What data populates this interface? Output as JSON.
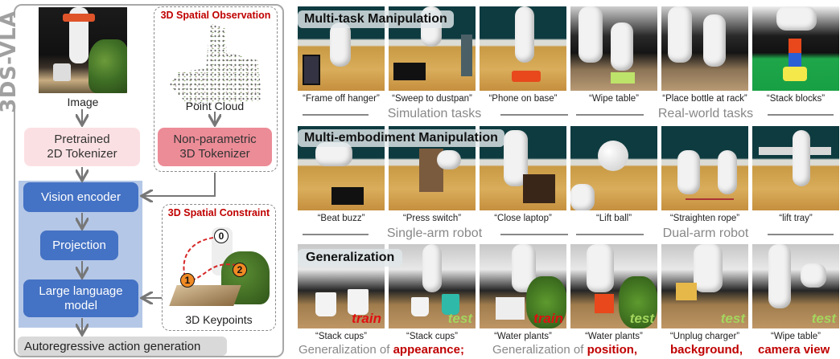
{
  "left_panel": {
    "title": "3DS-VLA",
    "image_label": "Image",
    "observation": {
      "title": "3D Spatial Observation",
      "point_cloud_label": "Point Cloud"
    },
    "tokenizer_2d": "Pretrained\n2D Tokenizer",
    "tokenizer_2d_lines": [
      "Pretrained",
      "2D Tokenizer"
    ],
    "tokenizer_3d_lines": [
      "Non-parametric",
      "3D Tokenizer"
    ],
    "vision_encoder": "Vision encoder",
    "projection": "Projection",
    "llm_lines": [
      "Large language",
      "model"
    ],
    "constraint": {
      "title": "3D Spatial Constraint",
      "keypoints_label": "3D Keypoints",
      "keypoint_ids": [
        "0",
        "1",
        "2"
      ]
    },
    "action_generation": "Autoregressive action generation",
    "colors": {
      "tokenizer_2d": "#fbe0e3",
      "tokenizer_3d": "#ec8c97",
      "blue_box": "#4472c4",
      "blue_bg": "#b4c7e7",
      "action_box": "#d9d9d9",
      "dashed_title": "#c00000"
    }
  },
  "right_panel": {
    "multitask": {
      "title": "Multi-task Manipulation",
      "tasks": [
        {
          "caption": "“Frame off hanger”"
        },
        {
          "caption": "“Sweep to dustpan”"
        },
        {
          "caption": "“Phone on base”"
        },
        {
          "caption": "“Wipe table”"
        },
        {
          "caption": "“Place bottle at rack”"
        },
        {
          "caption": "“Stack blocks”"
        }
      ],
      "group_left": "Simulation tasks",
      "group_right": "Real-world tasks"
    },
    "multiembodiment": {
      "title": "Multi-embodiment Manipulation",
      "tasks": [
        {
          "caption": "“Beat buzz”"
        },
        {
          "caption": "“Press switch”"
        },
        {
          "caption": "“Close laptop”"
        },
        {
          "caption": "“Lift ball”"
        },
        {
          "caption": "“Straighten rope”"
        },
        {
          "caption": "“lift tray”"
        }
      ],
      "group_left": "Single-arm robot",
      "group_right": "Dual-arm robot"
    },
    "generalization": {
      "title": "Generalization",
      "tasks": [
        {
          "caption": "“Stack cups”",
          "tag": "train"
        },
        {
          "caption": "“Stack cups”",
          "tag": "test"
        },
        {
          "caption": "“Water plants”",
          "tag": "train"
        },
        {
          "caption": "“Water plants”",
          "tag": "test"
        },
        {
          "caption": "“Unplug charger”",
          "tag": "test"
        },
        {
          "caption": "“Wipe table”",
          "tag": "test"
        }
      ],
      "bottom": {
        "prefix_1": "Generalization of ",
        "highlight_1": "appearance;",
        "prefix_2": "Generalization of ",
        "highlight_2": "position,",
        "highlight_3": "background,",
        "highlight_4": "camera view"
      }
    },
    "colors": {
      "train_tag": "#e01010",
      "test_tag": "#a4d65e",
      "highlight": "#c00000"
    }
  }
}
